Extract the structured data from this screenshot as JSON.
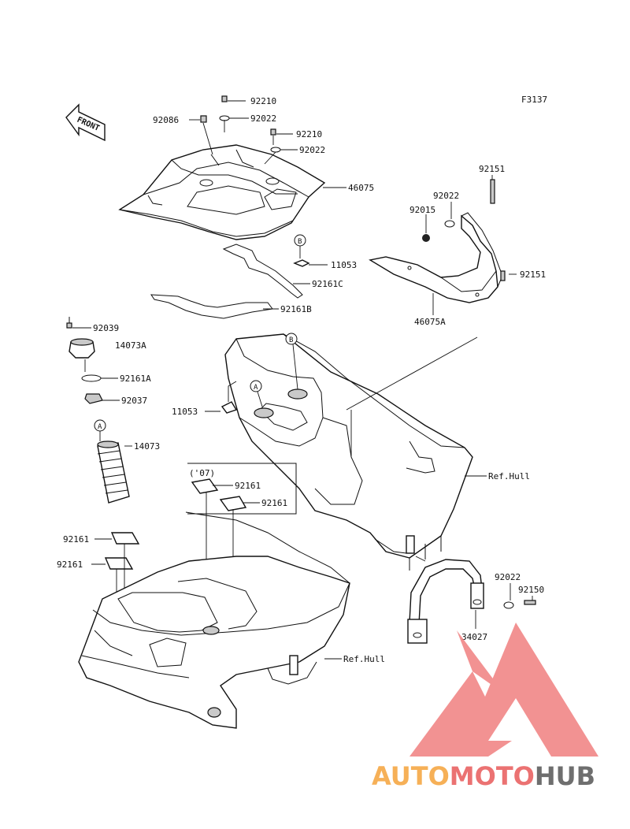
{
  "figure_code": "F3137",
  "front_label": "FRONT",
  "parts": {
    "p92210a": "92210",
    "p92086": "92086",
    "p92022a": "92022",
    "p92210b": "92210",
    "p92022b": "92022",
    "p46075": "46075",
    "p11053a": "11053",
    "p92161c": "92161C",
    "p92161b": "92161B",
    "p92039": "92039",
    "p14073a": "14073A",
    "p92161a": "92161A",
    "p92037": "92037",
    "p11053b": "11053",
    "p14073": "14073",
    "p92151a": "92151",
    "p92022c": "92022",
    "p92015": "92015",
    "p92151b": "92151",
    "p46075a": "46075A",
    "p07": "('07)",
    "p92161a1": "92161",
    "p92161a2": "92161",
    "p92161l1": "92161",
    "p92161l2": "92161",
    "refhull1": "Ref.Hull",
    "refhull2": "Ref.Hull",
    "p92022d": "92022",
    "p92150": "92150",
    "p34027": "34027"
  },
  "callouts": {
    "a": "A",
    "b": "B"
  },
  "watermark": {
    "part1": "AUTO",
    "part2": "MOTO",
    "part3": "HUB",
    "color_orange": "#f5a33a",
    "color_red": "#e85a5a",
    "color_gray": "#555555",
    "logo_color": "#f08080"
  }
}
